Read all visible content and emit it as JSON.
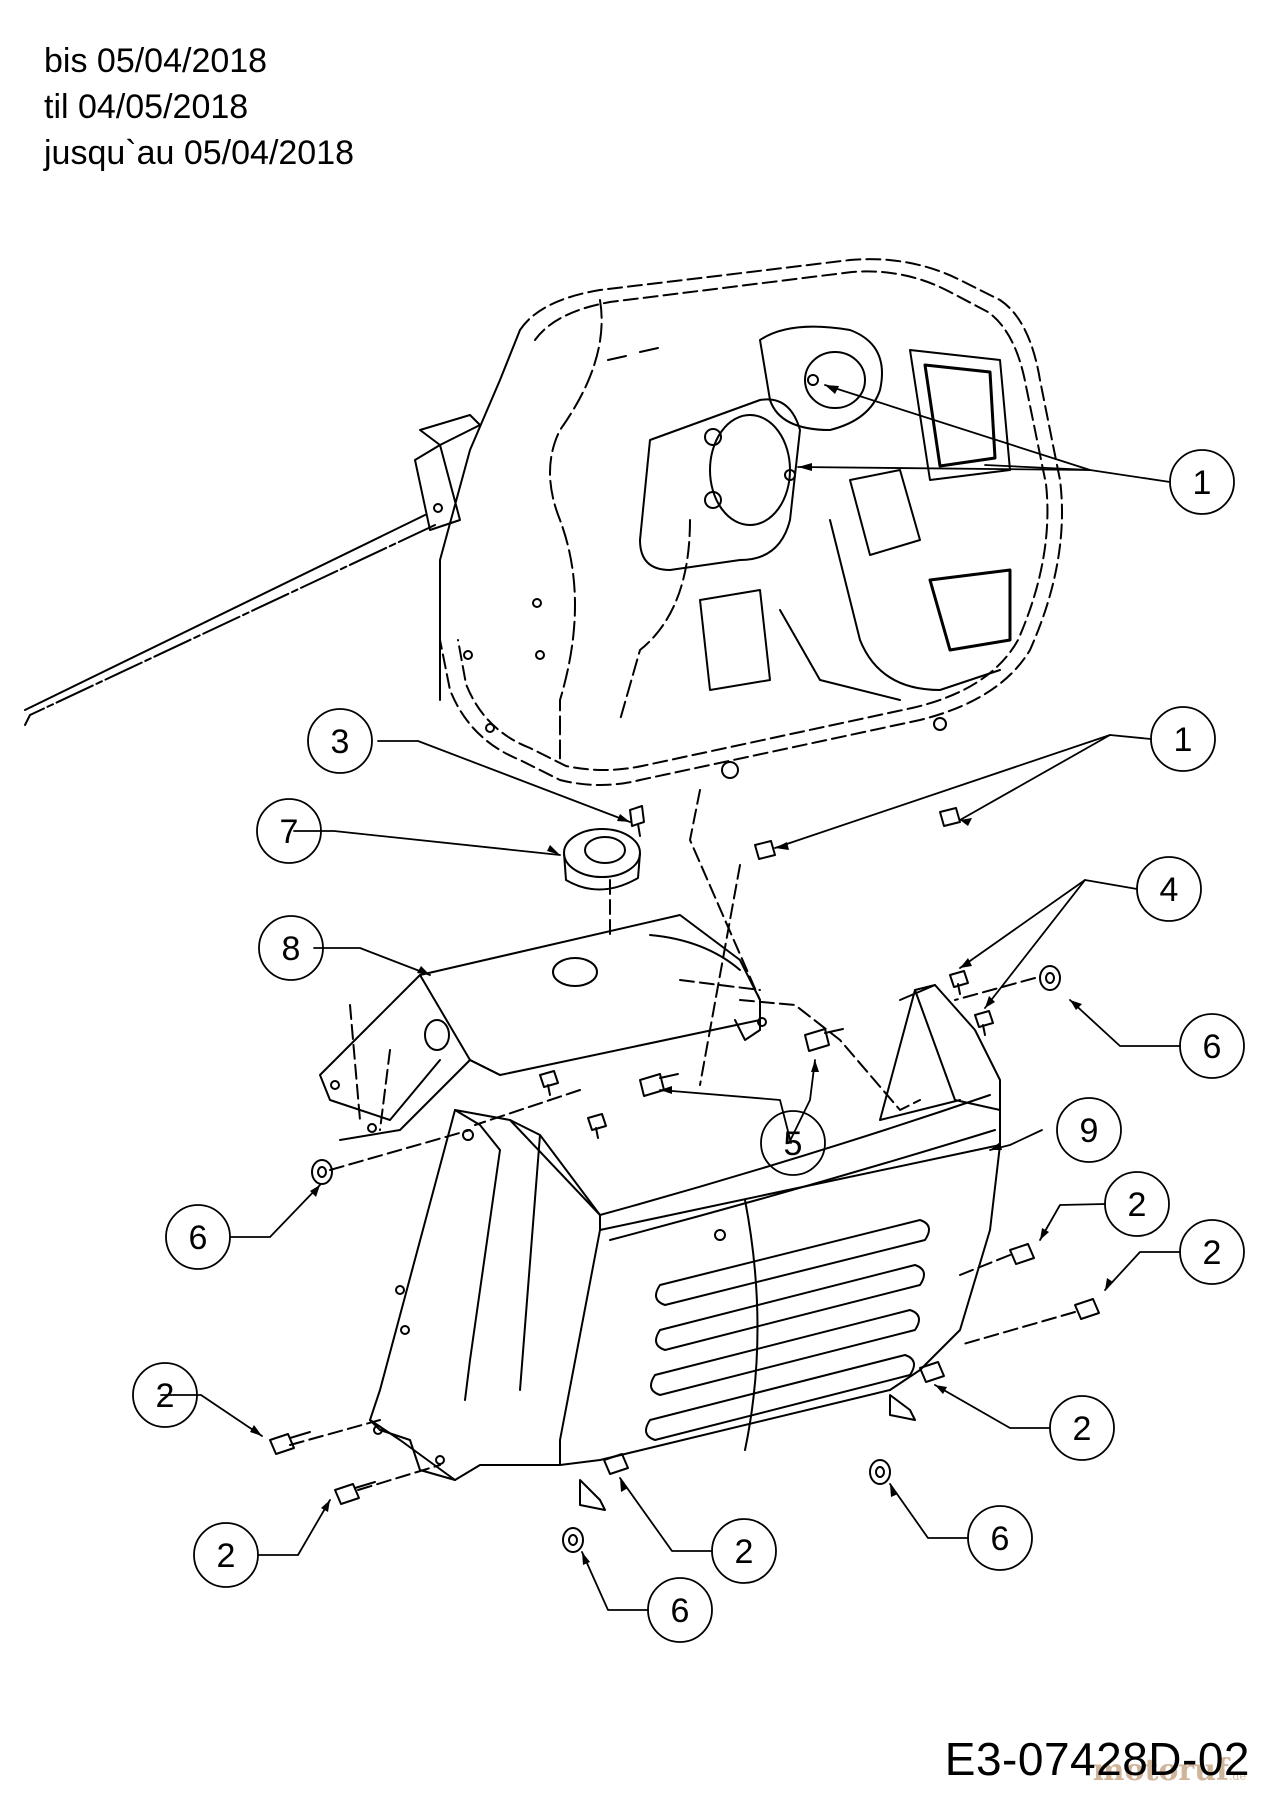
{
  "validity": {
    "line1": "bis 05/04/2018",
    "line2": "til 04/05/2018",
    "line3": "jusqu`au 05/04/2018"
  },
  "drawing_code": "E3-07428D-02",
  "watermark": {
    "text": "motoruf",
    "suffix": ".de"
  },
  "callouts": [
    {
      "id": "c1a",
      "label": "1"
    },
    {
      "id": "c1b",
      "label": "1"
    },
    {
      "id": "c3",
      "label": "3"
    },
    {
      "id": "c7",
      "label": "7"
    },
    {
      "id": "c8",
      "label": "8"
    },
    {
      "id": "c4",
      "label": "4"
    },
    {
      "id": "c6a",
      "label": "6"
    },
    {
      "id": "c5",
      "label": "5"
    },
    {
      "id": "c9",
      "label": "9"
    },
    {
      "id": "c6b",
      "label": "6"
    },
    {
      "id": "c2a",
      "label": "2"
    },
    {
      "id": "c2b",
      "label": "2"
    },
    {
      "id": "c2c",
      "label": "2"
    },
    {
      "id": "c2d",
      "label": "2"
    },
    {
      "id": "c2e",
      "label": "2"
    },
    {
      "id": "c2f",
      "label": "2"
    },
    {
      "id": "c6c",
      "label": "6"
    },
    {
      "id": "c6d",
      "label": "6"
    }
  ],
  "colors": {
    "line": "#000000",
    "background": "#ffffff",
    "watermark": "#c9a98a"
  }
}
